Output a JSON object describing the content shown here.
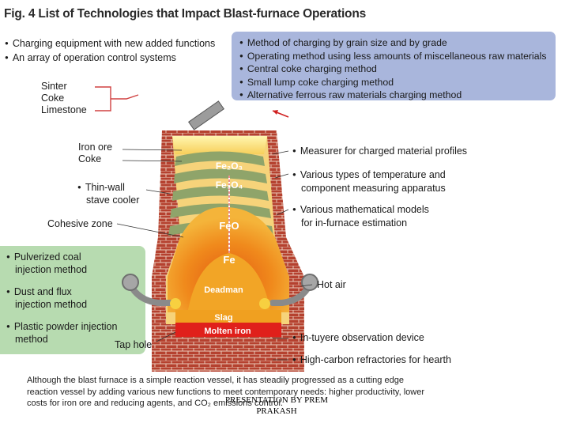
{
  "title": "Fig. 4 List of Technologies that Impact Blast-furnace Operations",
  "top_left_items": [
    "Charging equipment with new added functions",
    "An array of operation control systems"
  ],
  "charging_methods": [
    "Method of charging by grain size and by grade",
    "Operating method using less amounts of miscellaneous raw materials",
    "Central coke charging method",
    "Small lump coke charging method",
    "Alternative ferrous raw materials charging method"
  ],
  "raw_materials": [
    "Sinter",
    "Coke",
    "Limestone"
  ],
  "layers": [
    "Iron ore",
    "Coke"
  ],
  "stave_cooler": [
    "Thin-wall",
    "stave cooler"
  ],
  "cohesive_zone": "Cohesive zone",
  "green_items": [
    [
      "Pulverized coal",
      "injection method"
    ],
    [
      "Dust and flux",
      "injection method"
    ],
    [
      "Plastic powder injection",
      "method"
    ]
  ],
  "tap_hole": "Tap hole",
  "hot_air": "Hot air",
  "measurement_items": [
    [
      "Measurer for charged material profiles"
    ],
    [
      "Various types of temperature and",
      "component measuring apparatus"
    ],
    [
      "Various mathematical models",
      "for in-furnace estimation"
    ]
  ],
  "hearth_items": [
    "In-tuyere observation device",
    "High-carbon refractories for hearth"
  ],
  "chemistry": {
    "fe2o3": "Fe₂O₃",
    "fe3o4": "Fe₃O₄",
    "feo": "FeO",
    "fe": "Fe"
  },
  "zones": {
    "deadman": "Deadman",
    "slag": "Slag",
    "molten_iron": "Molten iron"
  },
  "caption": "Although the blast furnace is a simple reaction vessel, it has steadily progressed as a cutting edge reaction vessel by adding various new functions to meet contemporary needs: higher productivity, lower costs for iron ore and reducing agents, and CO₂ emissions control.",
  "watermark": [
    "PRESENTATION BY PREM",
    "PRAKASH"
  ],
  "colors": {
    "panel_blue": "#a9b6dc",
    "panel_green": "#b7dbb0",
    "brick": "#b5412f",
    "molten_iron": "#e0201b",
    "slag": "#f0a020"
  }
}
